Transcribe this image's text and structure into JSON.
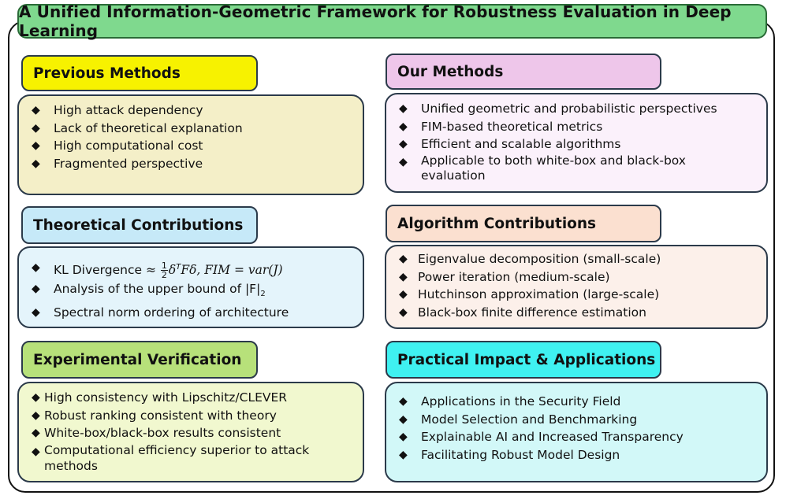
{
  "title": "A Unified Information-Geometric Framework for Robustness Evaluation in Deep Learning",
  "colors": {
    "title_bg": "#7fd98e",
    "previous_label": "#f7f200",
    "previous_panel": "#f4efc8",
    "our_label": "#eec6ea",
    "our_panel": "#fbf1fb",
    "theory_label": "#c6e9f8",
    "theory_panel": "#e4f4fb",
    "algo_label": "#fbe0d0",
    "algo_panel": "#fcf0ea",
    "exp_label": "#b7e17a",
    "exp_panel": "#f1f8cf",
    "impact_label": "#3ff1f1",
    "impact_panel": "#d2f8f8"
  },
  "bullet_icon": "diamond-bullet",
  "sections": {
    "previous": {
      "label": "Previous Methods",
      "items": [
        "High attack dependency",
        "Lack of theoretical explanation",
        "High computational cost",
        "Fragmented perspective"
      ]
    },
    "our": {
      "label": "Our  Methods",
      "items": [
        "Unified geometric and probabilistic perspectives",
        "FIM-based theoretical metrics",
        "Efficient and scalable algorithms",
        "Applicable to both white-box and black-box evaluation"
      ]
    },
    "theory": {
      "label": "Theoretical Contributions",
      "kl_prefix": "KL Divergence ≈",
      "kl_frac_num": "1",
      "kl_frac_den": "2",
      "kl_rest": "δ",
      "kl_sup": "T",
      "kl_tail": "Fδ, FIM = var(J)",
      "items": [
        "Analysis of the upper bound of |F|",
        "Spectral norm ordering of architecture"
      ],
      "norm_sub": "2"
    },
    "algo": {
      "label": "Algorithm Contributions",
      "items": [
        "Eigenvalue decomposition (small-scale)",
        "Power iteration (medium-scale)",
        "Hutchinson approximation (large-scale)",
        "Black-box finite difference estimation"
      ]
    },
    "exp": {
      "label": "Experimental Verification",
      "items": [
        "High consistency with Lipschitz/CLEVER",
        "Robust ranking consistent with theory",
        "White-box/black-box results consistent",
        "Computational efficiency superior to attack methods"
      ]
    },
    "impact": {
      "label": "Practical Impact & Applications",
      "items": [
        "Applications in the Security Field",
        "Model Selection and Benchmarking",
        "Explainable AI and Increased Transparency",
        "Facilitating Robust Model Design"
      ]
    }
  }
}
